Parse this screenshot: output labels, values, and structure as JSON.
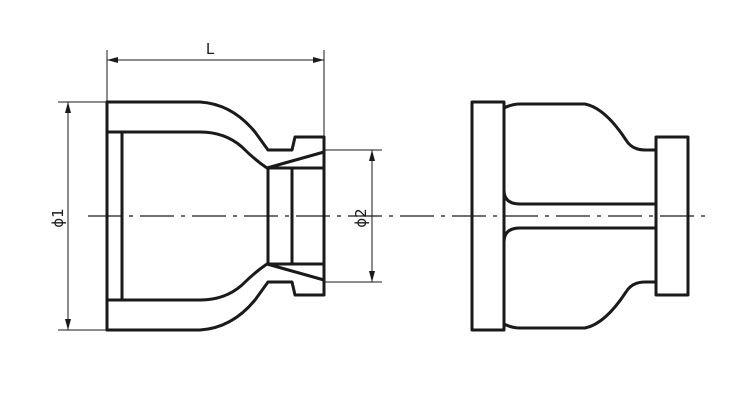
{
  "dimensions": {
    "length": "L",
    "diameter_1": "ϕ1",
    "diameter_2": "ϕ2"
  }
}
